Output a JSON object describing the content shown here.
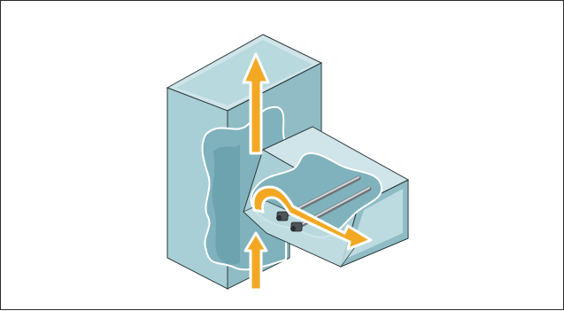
{
  "figure": {
    "type": "isometric duct illustration",
    "components": [
      "vertical-duct",
      "horizontal-branch-duct",
      "heating-elements",
      "airflow-arrows"
    ],
    "airflow_arrow_count": 3,
    "heating_rod_count": 2
  },
  "colors": {
    "duct_front": "#a9cfd6",
    "duct_side": "#8fbcc5",
    "duct_top": "#cfe5e9",
    "duct_interior": "#7fb2bc",
    "duct_interior_dark": "#5e98a4",
    "outline": "#2d3a3d",
    "arrow": "#f3a823",
    "arrow_outline": "#ffffff",
    "rod": "#9a9fa2"
  }
}
